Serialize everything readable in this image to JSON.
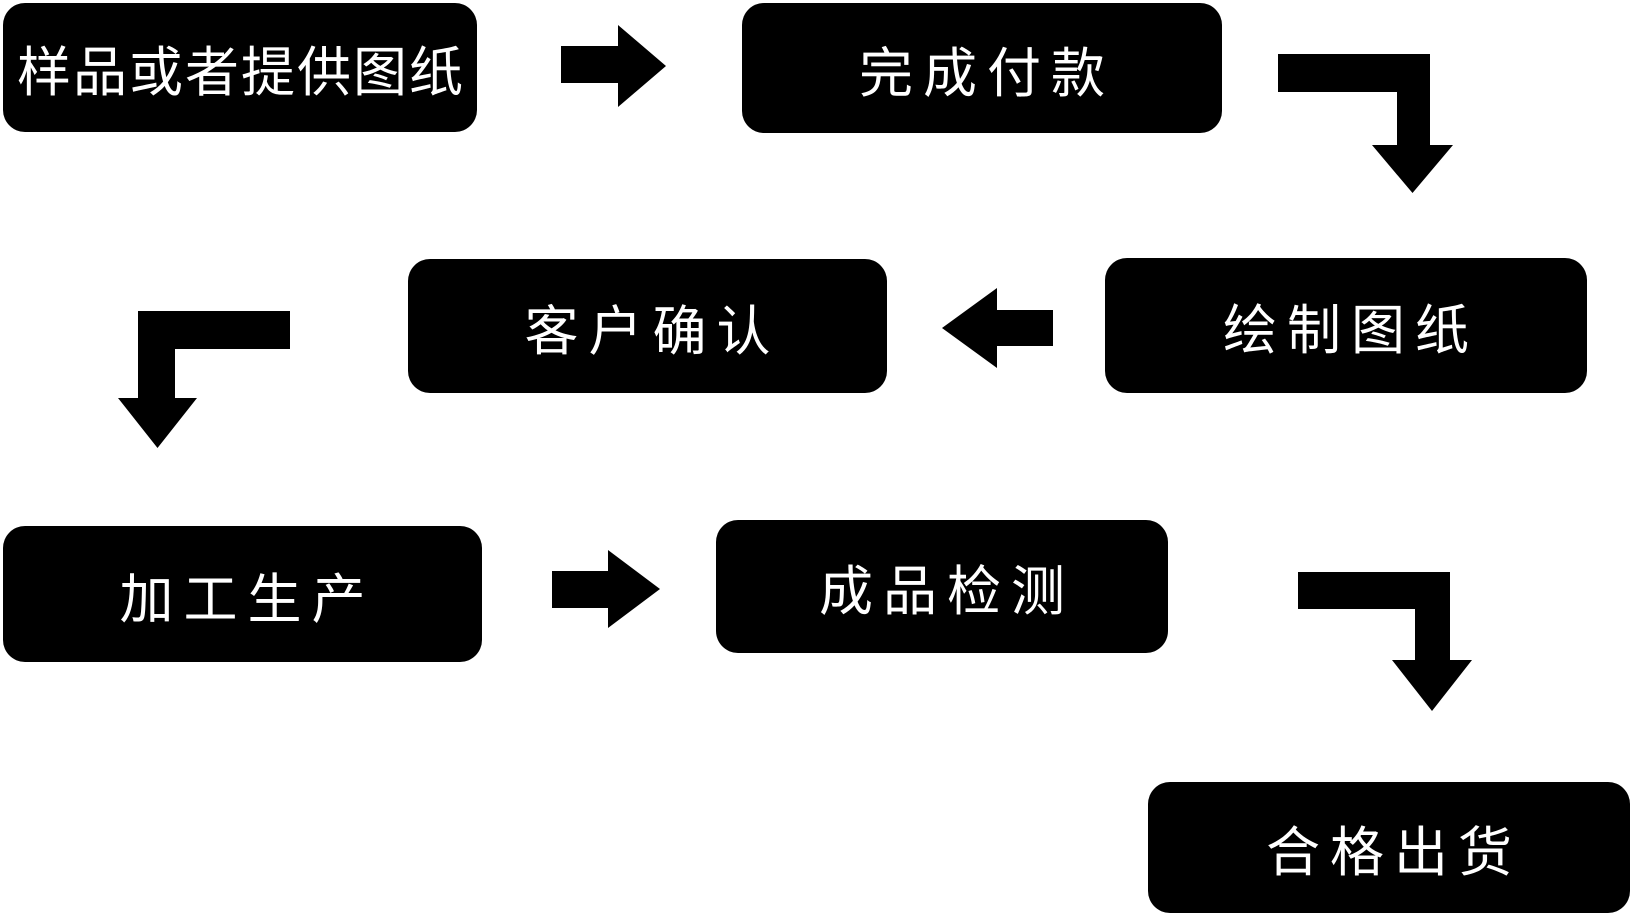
{
  "diagram": {
    "title": "production-workflow-flowchart",
    "colors": {
      "background": "#ffffff",
      "node_fill": "#000000",
      "node_text": "#ffffff",
      "arrow_fill": "#000000"
    },
    "nodes": [
      {
        "id": "step-1",
        "label": "样品或者提供图纸"
      },
      {
        "id": "step-2",
        "label": "完成付款"
      },
      {
        "id": "step-3",
        "label": "绘制图纸"
      },
      {
        "id": "step-4",
        "label": "客户确认"
      },
      {
        "id": "step-5",
        "label": "加工生产"
      },
      {
        "id": "step-6",
        "label": "成品检测"
      },
      {
        "id": "step-7",
        "label": "合格出货"
      }
    ],
    "edges": [
      {
        "from": "样品或者提供图纸",
        "to": "完成付款",
        "shape": "straight-right"
      },
      {
        "from": "完成付款",
        "to": "绘制图纸",
        "shape": "elbow-right-down"
      },
      {
        "from": "绘制图纸",
        "to": "客户确认",
        "shape": "straight-left"
      },
      {
        "from": "客户确认",
        "to": "加工生产",
        "shape": "elbow-left-down"
      },
      {
        "from": "加工生产",
        "to": "成品检测",
        "shape": "straight-right"
      },
      {
        "from": "成品检测",
        "to": "合格出货",
        "shape": "elbow-right-down"
      }
    ]
  }
}
